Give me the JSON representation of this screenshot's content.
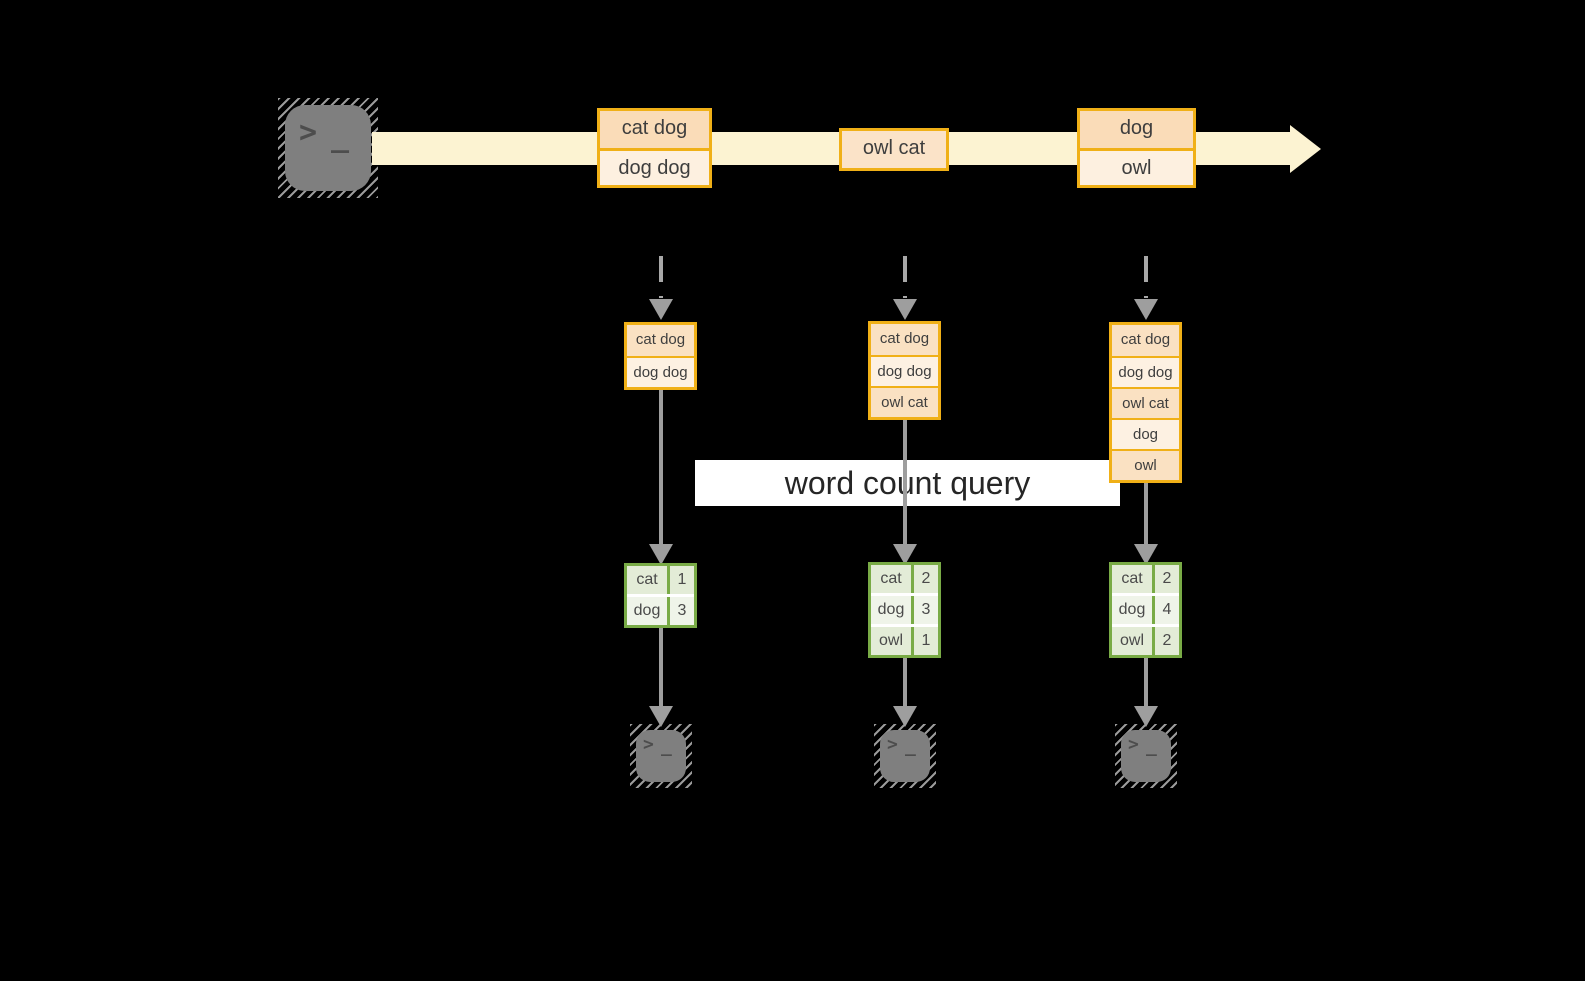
{
  "query_label": "word count query",
  "terminal_prompt": {
    "caret": ">",
    "underscore": "_"
  },
  "stream": {
    "batches": [
      {
        "cells": [
          "cat dog",
          "dog dog"
        ]
      },
      {
        "cells": [
          "owl cat"
        ]
      },
      {
        "cells": [
          "dog",
          "owl"
        ]
      }
    ]
  },
  "columns": [
    {
      "state_cells": [
        "cat dog",
        "dog dog"
      ],
      "counts": [
        {
          "word": "cat",
          "count": "1"
        },
        {
          "word": "dog",
          "count": "3"
        }
      ]
    },
    {
      "state_cells": [
        "cat dog",
        "dog dog",
        "owl cat"
      ],
      "counts": [
        {
          "word": "cat",
          "count": "2"
        },
        {
          "word": "dog",
          "count": "3"
        },
        {
          "word": "owl",
          "count": "1"
        }
      ]
    },
    {
      "state_cells": [
        "cat dog",
        "dog dog",
        "owl cat",
        "dog",
        "owl"
      ],
      "counts": [
        {
          "word": "cat",
          "count": "2"
        },
        {
          "word": "dog",
          "count": "4"
        },
        {
          "word": "owl",
          "count": "2"
        }
      ]
    }
  ],
  "colors": {
    "accent_orange": "#f0b017",
    "accent_green": "#79ab46",
    "stream_fill": "#fcf3d2",
    "arrow_gray": "#9e9e9e",
    "terminal_gray": "#7f7f7f"
  }
}
